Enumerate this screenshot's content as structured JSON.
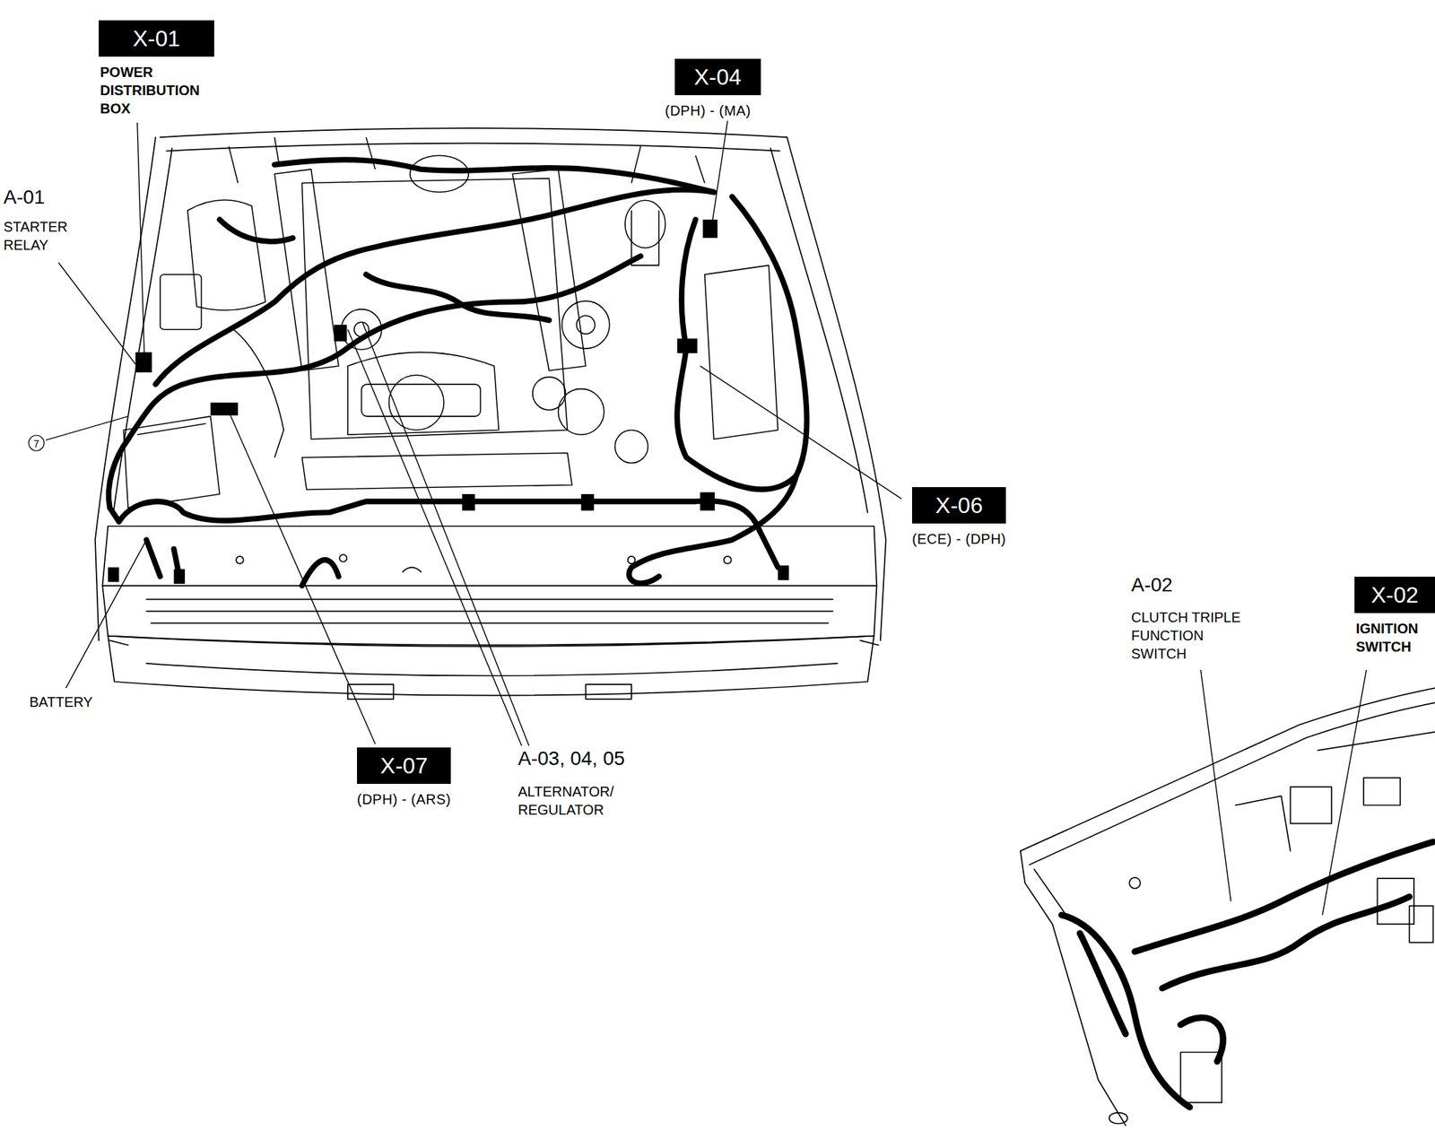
{
  "diagram": {
    "nodes": [
      {
        "text": [
          "X-01",
          "POWER DISTRIBUTION BOX"
        ]
      },
      {
        "text": [
          "X-04",
          "(DPH) - (MA)"
        ]
      },
      {
        "text": [
          "7"
        ]
      },
      {
        "text": [
          "X-06",
          "(ECE) - (DPH)"
        ]
      },
      {
        "text": [
          "X-02",
          "IGNITION SWITCH"
        ]
      },
      {
        "text": [
          "X-07",
          "(DPH) - (ARS)"
        ]
      }
    ],
    "labels": [
      "A-01",
      "STARTER RELAY",
      "A-02",
      "CLUTCH TRIPLE FUNCTION SWITCH",
      "BATTERY",
      "A-03, 04, 05",
      "ALTERNATOR/ REGULATOR"
    ]
  }
}
